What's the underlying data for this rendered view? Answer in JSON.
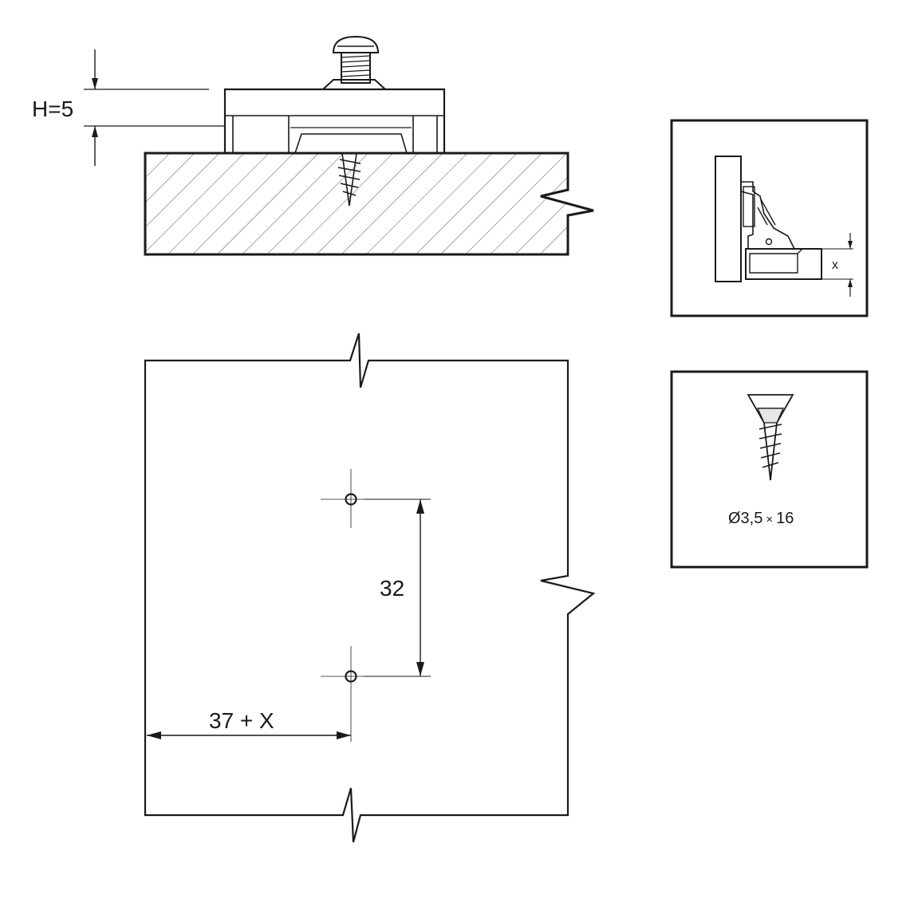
{
  "labels": {
    "height_dim": "H=5",
    "hole_spacing": "32",
    "edge_offset": "37 + X",
    "inset_x": "x",
    "screw_spec_prefix": "Ø3,5",
    "screw_spec_times": "×",
    "screw_spec_length": "16"
  },
  "colors": {
    "line": "#1a1a1a",
    "background": "#ffffff",
    "screw_fill": "#e6e6e6"
  }
}
